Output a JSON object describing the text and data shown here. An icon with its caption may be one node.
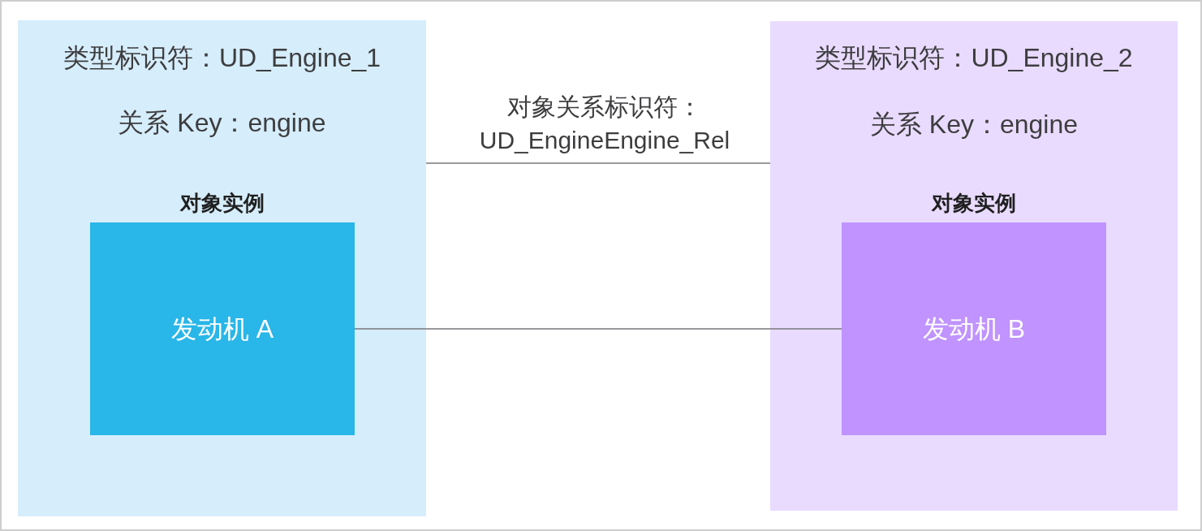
{
  "diagram": {
    "nodes": [
      {
        "text": [
          "类型标识符：UD_Engine_1",
          "关系 Key：engine"
        ]
      },
      {
        "text": [
          "对象实例",
          "发动机 A"
        ],
        "in": 0
      },
      {
        "text": [
          "类型标识符：UD_Engine_2",
          "关系 Key：engine"
        ]
      },
      {
        "text": [
          "对象实例",
          "发动机 B"
        ],
        "in": 2
      }
    ],
    "edges": [
      {
        "from": 0,
        "to": 2,
        "arrow": "none",
        "label": "对象关系标识符： UD_EngineEngine_Rel"
      },
      {
        "from": 1,
        "to": 3,
        "arrow": "none"
      }
    ]
  }
}
